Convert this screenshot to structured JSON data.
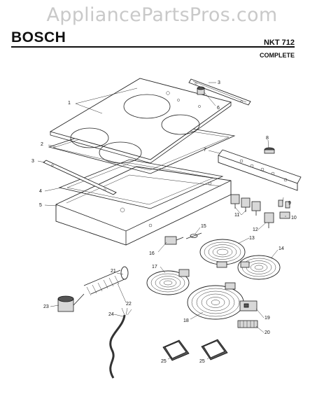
{
  "watermark": "AppliancePartsPros.com",
  "header": {
    "brand": "BOSCH",
    "model": "NKT 712",
    "subtitle": "COMPLETE"
  },
  "callouts": {
    "n1": "1",
    "n2": "2",
    "n3a": "3",
    "n3b": "3",
    "n4": "4",
    "n5": "5",
    "n6": "6",
    "n7": "7",
    "n8": "8",
    "n9": "9",
    "n10": "10",
    "n11": "11",
    "n12": "12",
    "n13": "13",
    "n14": "14",
    "n15": "15",
    "n16": "16",
    "n17": "17",
    "n18": "18",
    "n19": "19",
    "n20": "20",
    "n21": "21",
    "n22": "22",
    "n23": "23",
    "n24": "24",
    "n25a": "25",
    "n25b": "25"
  }
}
